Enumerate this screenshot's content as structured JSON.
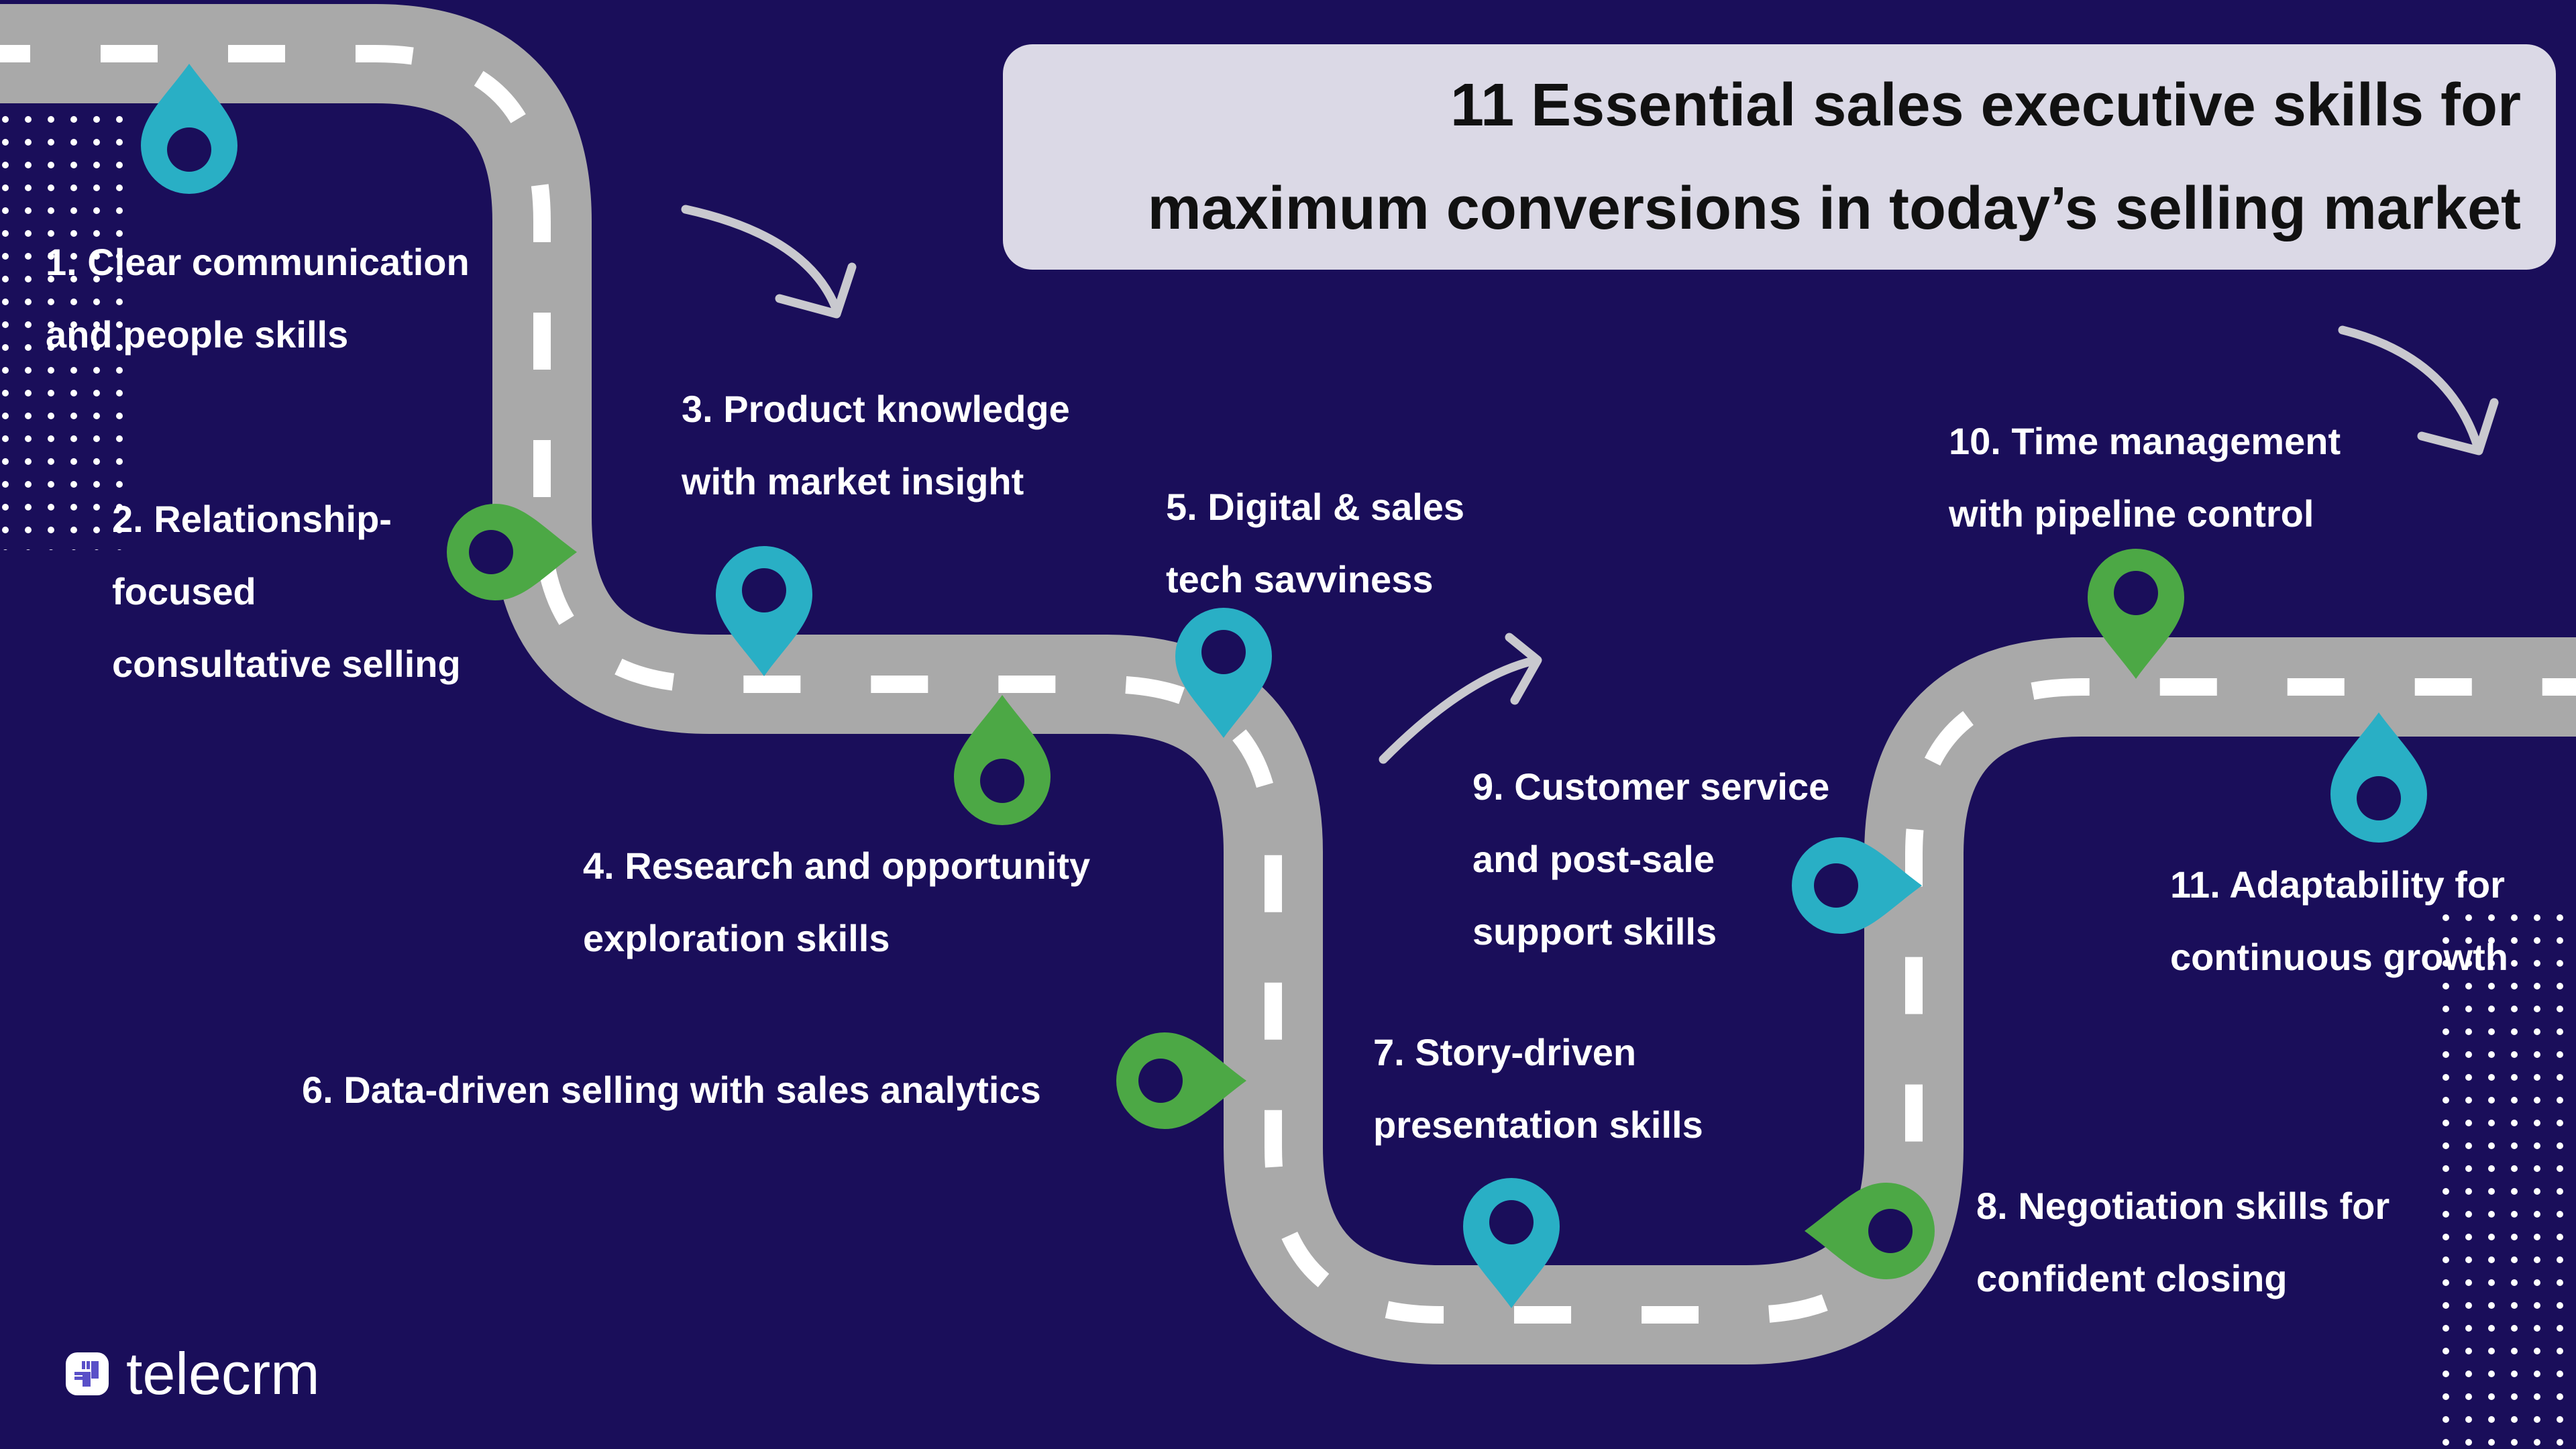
{
  "title": {
    "line1": "11 Essential sales executive skills for",
    "line2": "maximum conversions in today’s selling market"
  },
  "skills": [
    {
      "lines": [
        "1. Clear communication",
        "and people skills"
      ]
    },
    {
      "lines": [
        "2. Relationship-",
        "focused",
        "consultative selling"
      ]
    },
    {
      "lines": [
        "3. Product knowledge",
        "with market insight"
      ]
    },
    {
      "lines": [
        "4. Research and opportunity",
        "exploration skills"
      ]
    },
    {
      "lines": [
        "5. Digital & sales",
        "tech savviness"
      ]
    },
    {
      "lines": [
        "6. Data-driven selling with sales analytics"
      ]
    },
    {
      "lines": [
        "7. Story-driven",
        "presentation skills"
      ]
    },
    {
      "lines": [
        "8. Negotiation skills for",
        "confident closing"
      ]
    },
    {
      "lines": [
        "9. Customer service",
        "and post-sale",
        "support skills"
      ]
    },
    {
      "lines": [
        "10. Time management",
        "with pipeline control"
      ]
    },
    {
      "lines": [
        "11. Adaptability for",
        "continuous growth"
      ]
    }
  ],
  "pins": [
    {
      "skill": 1,
      "color": "teal",
      "direction": "up"
    },
    {
      "skill": 2,
      "color": "green",
      "direction": "right"
    },
    {
      "skill": 3,
      "color": "teal",
      "direction": "down"
    },
    {
      "skill": 4,
      "color": "green",
      "direction": "up"
    },
    {
      "skill": 5,
      "color": "teal",
      "direction": "down"
    },
    {
      "skill": 6,
      "color": "green",
      "direction": "right"
    },
    {
      "skill": 7,
      "color": "teal",
      "direction": "down"
    },
    {
      "skill": 8,
      "color": "green",
      "direction": "left"
    },
    {
      "skill": 9,
      "color": "teal",
      "direction": "right"
    },
    {
      "skill": 10,
      "color": "green",
      "direction": "down"
    },
    {
      "skill": 11,
      "color": "teal",
      "direction": "up"
    }
  ],
  "logo": {
    "brand": "telecrm"
  },
  "colors": {
    "background": "#1A0E5A",
    "road": "#A9A9A9",
    "roadLine": "#FFFFFF",
    "titleBox": "#DBD9E6",
    "titleText": "#111111",
    "skillText": "#FFFFFF",
    "teal": "#29AFC5",
    "green": "#4CA845",
    "arrow": "#C9C9CF",
    "dots": "#FFFFFF",
    "logoGlyph": "#5A50C8",
    "logoText": "#FFFFFF"
  }
}
